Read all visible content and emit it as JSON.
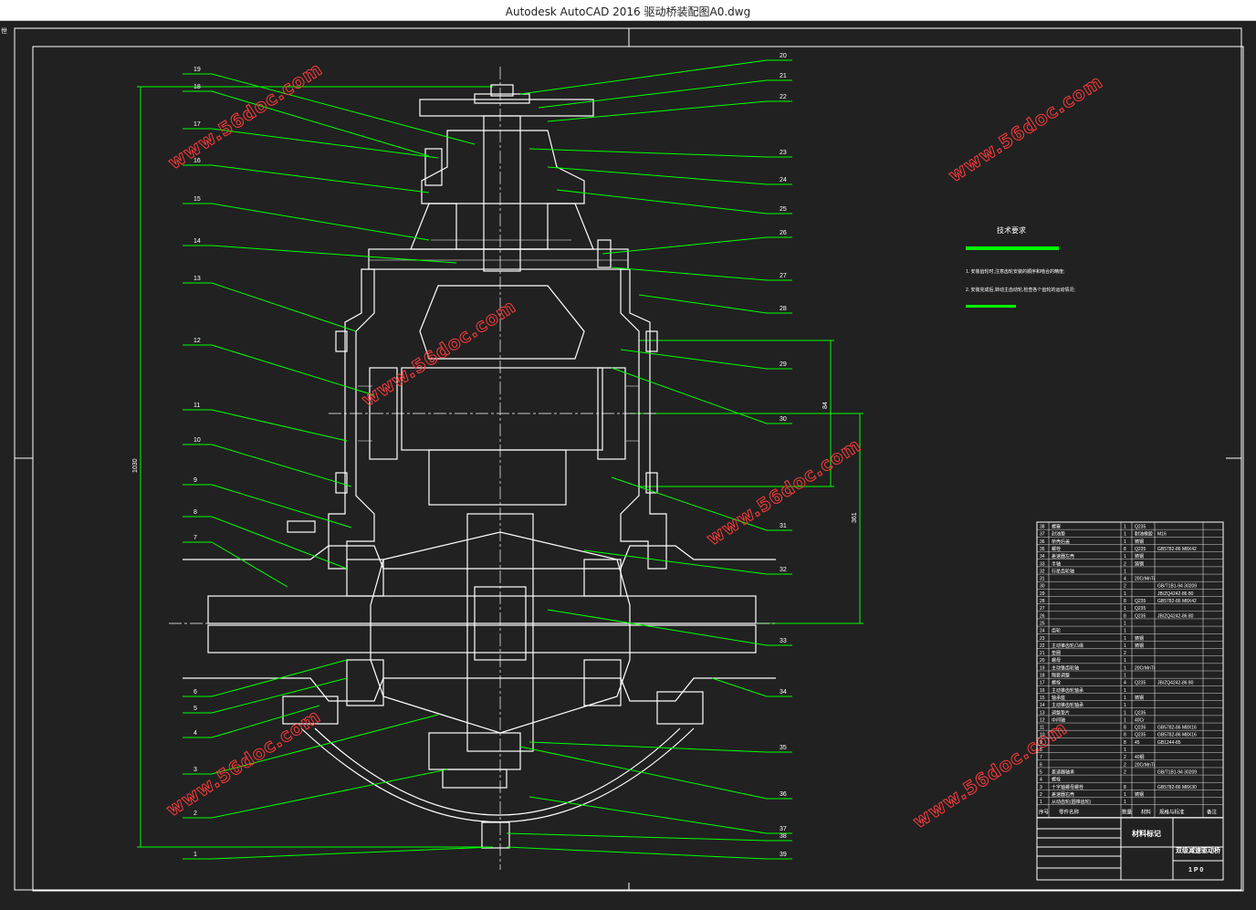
{
  "window": {
    "title": "Autodesk AutoCAD 2016    驱动桥装配图A0.dwg"
  },
  "colors": {
    "background": "#212121",
    "lines": "#ffffff",
    "leaders": "#00ff00",
    "watermark": "#ff3a3a"
  },
  "left_labels": [
    "19",
    "18",
    "17",
    "16",
    "15",
    "14",
    "13",
    "12",
    "11",
    "10",
    "9",
    "8",
    "7",
    "6",
    "5",
    "4",
    "3",
    "2",
    "1"
  ],
  "right_labels": [
    "20",
    "21",
    "22",
    "23",
    "24",
    "25",
    "26",
    "27",
    "28",
    "29",
    "30",
    "31",
    "32",
    "33",
    "34",
    "35",
    "36",
    "37",
    "38",
    "39"
  ],
  "dimensions": {
    "overall_height": "1030",
    "dim_a": "84",
    "dim_b": "361"
  },
  "watermarks": [
    "www.56doc.com",
    "www.56doc.com",
    "www.56doc.com",
    "www.56doc.com",
    "www.56doc.com",
    "www.56doc.com"
  ],
  "tech": {
    "heading": "技术要求",
    "items": [
      "1. 安装齿轮时,注意齿轮安装的顺序和啮合的精度;",
      "2. 安装完成后,转动主齿动轮,检查各个齿轮的运动情况;"
    ]
  },
  "bom": {
    "rows": [
      [
        "38",
        "螺塞",
        "1",
        "Q235",
        "",
        ""
      ],
      [
        "37",
        "封油垫",
        "1",
        "耐油橡胶",
        "M16",
        ""
      ],
      [
        "36",
        "桥壳后盖",
        "1",
        "铸钢",
        "",
        ""
      ],
      [
        "35",
        "螺栓",
        "8",
        "Q235",
        "GB5782-86 M8X42",
        ""
      ],
      [
        "34",
        "差速器左壳",
        "1",
        "铸钢",
        "",
        ""
      ],
      [
        "33",
        "半轴",
        "2",
        "铸钢",
        "",
        ""
      ],
      [
        "32",
        "行星齿轮轴",
        "1",
        "",
        ""
      ],
      [
        "31",
        "",
        "4",
        "20CrMnTi",
        "",
        ""
      ],
      [
        "30",
        "",
        "2",
        "",
        "GB/T1B1-94 30209",
        ""
      ],
      [
        "29",
        "",
        "1",
        "",
        "JB/ZQ4242-86 80",
        ""
      ],
      [
        "28",
        "",
        "8",
        "Q235",
        "GB5782-86 M8X42",
        ""
      ],
      [
        "27",
        "",
        "1",
        "Q235",
        "",
        ""
      ],
      [
        "26",
        "",
        "8",
        "Q235",
        "JB/ZQ4242-86 80",
        ""
      ],
      [
        "25",
        "",
        "1",
        "",
        "",
        ""
      ],
      [
        "24",
        "齿轮",
        "1",
        "",
        "",
        ""
      ],
      [
        "23",
        "",
        "1",
        "铸钢",
        "",
        ""
      ],
      [
        "22",
        "主动锥齿轮凸缘",
        "1",
        "铸钢",
        "",
        ""
      ],
      [
        "21",
        "垫圈",
        "2",
        "",
        "",
        ""
      ],
      [
        "20",
        "螺母",
        "1",
        "",
        "",
        ""
      ],
      [
        "19",
        "主动锥齿轮轴",
        "1",
        "20CrMnTi",
        "",
        ""
      ],
      [
        "18",
        "隔套调整",
        "1",
        "",
        "",
        ""
      ],
      [
        "17",
        "螺栓",
        "4",
        "Q235",
        "JB/ZQ4242-86 80",
        ""
      ],
      [
        "16",
        "主动锥齿轮轴承",
        "1",
        "",
        "",
        ""
      ],
      [
        "15",
        "轴承座",
        "1",
        "铸钢",
        "",
        ""
      ],
      [
        "14",
        "主动锥齿轮轴承",
        "1",
        "",
        "",
        ""
      ],
      [
        "13",
        "调整垫片",
        "1",
        "Q235",
        "",
        ""
      ],
      [
        "12",
        "中间轴",
        "1",
        "40Cr",
        "",
        ""
      ],
      [
        "11",
        "",
        "8",
        "Q235",
        "GB5782-86 M8X16",
        ""
      ],
      [
        "10",
        "",
        "8",
        "Q235",
        "GB5782-86 M8X16",
        ""
      ],
      [
        "9",
        "",
        "8",
        "45",
        "GB1244-85",
        ""
      ],
      [
        "8",
        "",
        "1",
        "",
        "",
        ""
      ],
      [
        "7",
        "",
        "2",
        "40钢",
        "",
        ""
      ],
      [
        "6",
        "",
        "2",
        "20CrMnTi",
        "",
        ""
      ],
      [
        "5",
        "差速器轴承",
        "2",
        "",
        "GB/T1B1-94 30209",
        ""
      ],
      [
        "4",
        "螺栓",
        "",
        "",
        "",
        ""
      ],
      [
        "3",
        "十字轴螺母螺栓",
        "8",
        "",
        "GB5782-86 M8X30",
        ""
      ],
      [
        "2",
        "差速器右壳",
        "1",
        "铸钢",
        "",
        ""
      ],
      [
        "1",
        "从动齿轮(圆锥齿轮)",
        "1",
        "",
        "",
        ""
      ]
    ],
    "headers": [
      "序号",
      "零件名称",
      "数量",
      "材料",
      "规格与标准",
      "备注"
    ]
  },
  "titleblock": {
    "material_mark": "材料标记",
    "drawing_name": "双级减速驱动桥",
    "sheet": "1 P 0"
  },
  "corner_mark": "世"
}
